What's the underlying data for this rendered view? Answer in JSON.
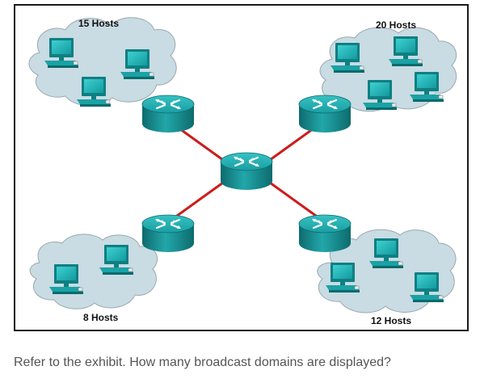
{
  "exhibit": {
    "networks": [
      {
        "id": "top-left",
        "label": "15 Hosts"
      },
      {
        "id": "top-right",
        "label": "20 Hosts"
      },
      {
        "id": "bottom-left",
        "label": "8 Hosts"
      },
      {
        "id": "bottom-right",
        "label": "12 Hosts"
      }
    ],
    "colors": {
      "cloud": "#c9dbe3",
      "cloud_outline": "#9aa8ae",
      "router": "#1c9a9e",
      "router_dark": "#0f6f72",
      "link": "#cc1c1c",
      "host_screen": "#22b3b6",
      "host_body": "#128c8f"
    },
    "icons": [
      "router-icon",
      "cloud-icon",
      "computer-icon"
    ]
  },
  "question": {
    "text": "Refer to the exhibit. How many broadcast domains are displayed?"
  }
}
